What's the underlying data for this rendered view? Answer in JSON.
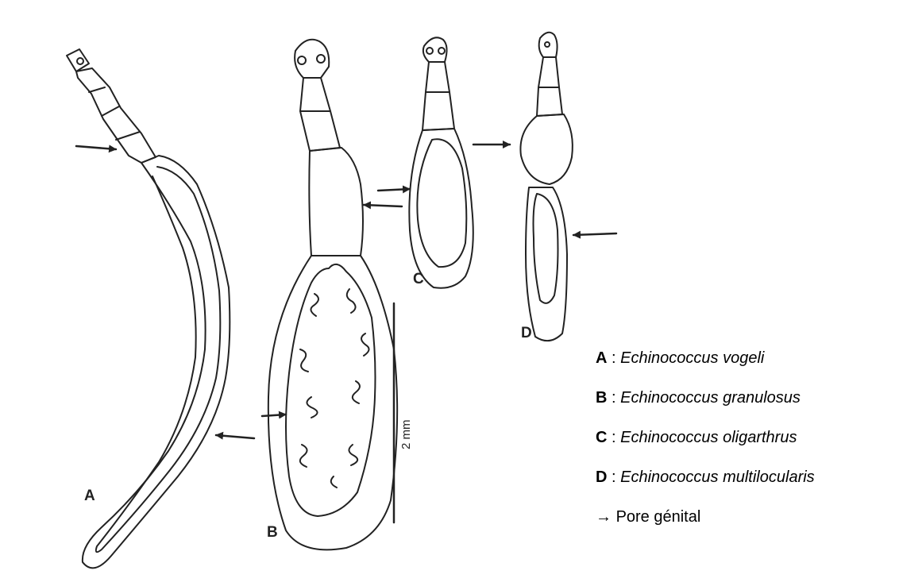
{
  "specimens": [
    {
      "letter": "A"
    },
    {
      "letter": "B"
    },
    {
      "letter": "C"
    },
    {
      "letter": "D"
    }
  ],
  "scale_bar": {
    "label": "2 mm"
  },
  "legend": {
    "separator": " : ",
    "items": [
      {
        "letter": "A",
        "species": "Echinococcus vogeli"
      },
      {
        "letter": "B",
        "species": "Echinococcus granulosus"
      },
      {
        "letter": "C",
        "species": "Echinococcus oligarthrus"
      },
      {
        "letter": "D",
        "species": "Echinococcus multilocularis"
      }
    ],
    "arrow_symbol": "→",
    "arrow_label": "Pore génital"
  },
  "colors": {
    "ink": "#222222",
    "background": "#ffffff"
  }
}
